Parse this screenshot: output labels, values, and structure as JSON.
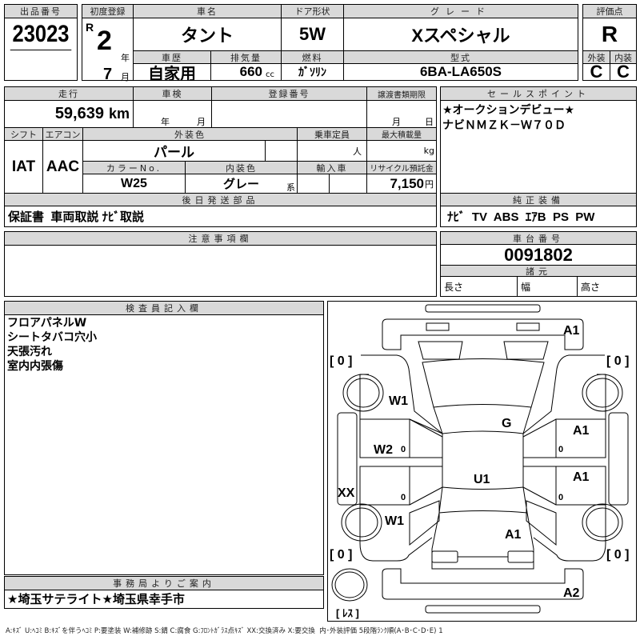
{
  "lot": {
    "label": "出品番号",
    "value": "23023"
  },
  "first_reg": {
    "label": "初度登録",
    "era": "R",
    "year": "2",
    "year_unit": "年",
    "month": "7",
    "month_unit": "月"
  },
  "car_name": {
    "label": "車名",
    "value": "タント"
  },
  "door": {
    "label": "ドア形状",
    "value": "5W"
  },
  "grade": {
    "label": "グレード",
    "value": "Xスペシャル"
  },
  "history": {
    "label": "車歴",
    "value": "自家用"
  },
  "displacement": {
    "label": "排気量",
    "value": "660",
    "unit": "cc"
  },
  "fuel": {
    "label": "燃料",
    "value": "ｶﾞｿﾘﾝ"
  },
  "model": {
    "label": "型式",
    "value": "6BA-LA650S"
  },
  "score": {
    "label": "評価点",
    "value": "R",
    "ext_label": "外装",
    "int_label": "内装",
    "ext": "C",
    "int": "C"
  },
  "mileage": {
    "label": "走行",
    "value": "59,639",
    "unit": "km"
  },
  "inspection": {
    "label": "車検",
    "year_unit": "年",
    "month_unit": "月"
  },
  "reg_number": {
    "label": "登録番号"
  },
  "transfer": {
    "label": "譲渡書類期限",
    "month_unit": "月",
    "day_unit": "日"
  },
  "shift": {
    "label": "シフト",
    "value": "IAT"
  },
  "aircon": {
    "label": "エアコン",
    "value": "AAC"
  },
  "ext_color": {
    "label": "外装色",
    "value": "パール"
  },
  "capacity": {
    "label": "乗車定員",
    "unit": "人"
  },
  "max_load": {
    "label": "最大積載量",
    "unit": "kg"
  },
  "color_no": {
    "label": "カラーNo.",
    "value": "W25"
  },
  "int_color": {
    "label": "内装色",
    "value": "グレー",
    "unit": "系"
  },
  "import": {
    "label": "輸入車"
  },
  "recycle": {
    "label": "リサイクル預託金",
    "value": "7,150",
    "unit": "円"
  },
  "later_parts": {
    "label": "後日発送部品",
    "value": "保証書  車両取説 ﾅﾋﾞ取説"
  },
  "sales_points": {
    "label": "セールスポイント",
    "lines": [
      "★オークションデビュー★",
      "ナビＮＭＺＫ－Ｗ７０Ｄ"
    ]
  },
  "equipment": {
    "label": "純正装備",
    "value": "ﾅﾋﾞ  TV  ABS  ｴｱB  PS  PW"
  },
  "notes": {
    "label": "注意事項欄"
  },
  "chassis": {
    "label": "車台番号",
    "value": "0091802",
    "spec_label": "諸元",
    "length": "長さ",
    "width": "幅",
    "height": "高さ"
  },
  "inspector": {
    "label": "検査員記入欄",
    "lines": [
      "フロアパネルW",
      "シートタバコ穴小",
      "天張汚れ",
      "室内内張傷"
    ]
  },
  "office": {
    "label": "事務局よりご案内",
    "value": "★埼玉サテライト★埼玉県幸手市"
  },
  "diagram": {
    "front_bumper": "A1",
    "hood_glass": "G",
    "left_front_fender": "W1",
    "left_front_door": "W2",
    "left_sill": "XX",
    "left_rear_fender": "W1",
    "roof": "U1",
    "right_front_door": "A1",
    "right_rear_door": "A1",
    "trunk": "A1",
    "rear_bumper": "A2",
    "tire_fl": "[ 0 ]",
    "tire_fr": "[ 0 ]",
    "tire_rl": "[ 0 ]",
    "tire_rr": "[ 0 ]",
    "spare": "[ ﾚｽ ]",
    "door_mark": "0"
  },
  "legend": "A:ｷｽﾞ U:ﾍｺﾐ B:ｷｽﾞを伴うﾍｺﾐ P:要塗装 W:補修跡 S:錆 C:腐食 G:ﾌﾛﾝﾄｶﾞﾗｽ点ｷｽﾞ XX:交換済み X:要交換  内･外装評価 5段階ﾗﾝｸ順(A･B･C･D･E) 1"
}
